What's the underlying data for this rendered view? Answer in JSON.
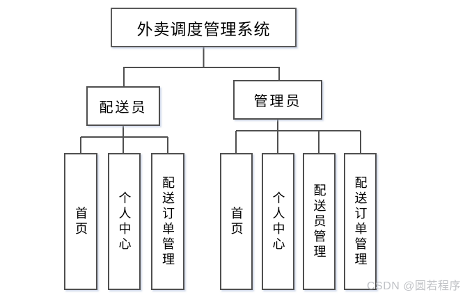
{
  "diagram": {
    "root": {
      "label": "外卖调度管理系统"
    },
    "branches": [
      {
        "label": "配送员",
        "children": [
          {
            "label": "首页"
          },
          {
            "label": "个人中心"
          },
          {
            "label": "配送订单管理"
          }
        ]
      },
      {
        "label": "管理员",
        "children": [
          {
            "label": "首页"
          },
          {
            "label": "个人中心"
          },
          {
            "label": "配送员管理"
          },
          {
            "label": "配送订单管理"
          }
        ]
      }
    ]
  },
  "watermark": {
    "text": "CSDN @圆若程序"
  },
  "colors": {
    "background": "#ffffff",
    "box_border": "#4f4f4f",
    "connector_line": "#4f4f4f",
    "text": "#000000",
    "watermark_text": "#c0c2c6"
  }
}
